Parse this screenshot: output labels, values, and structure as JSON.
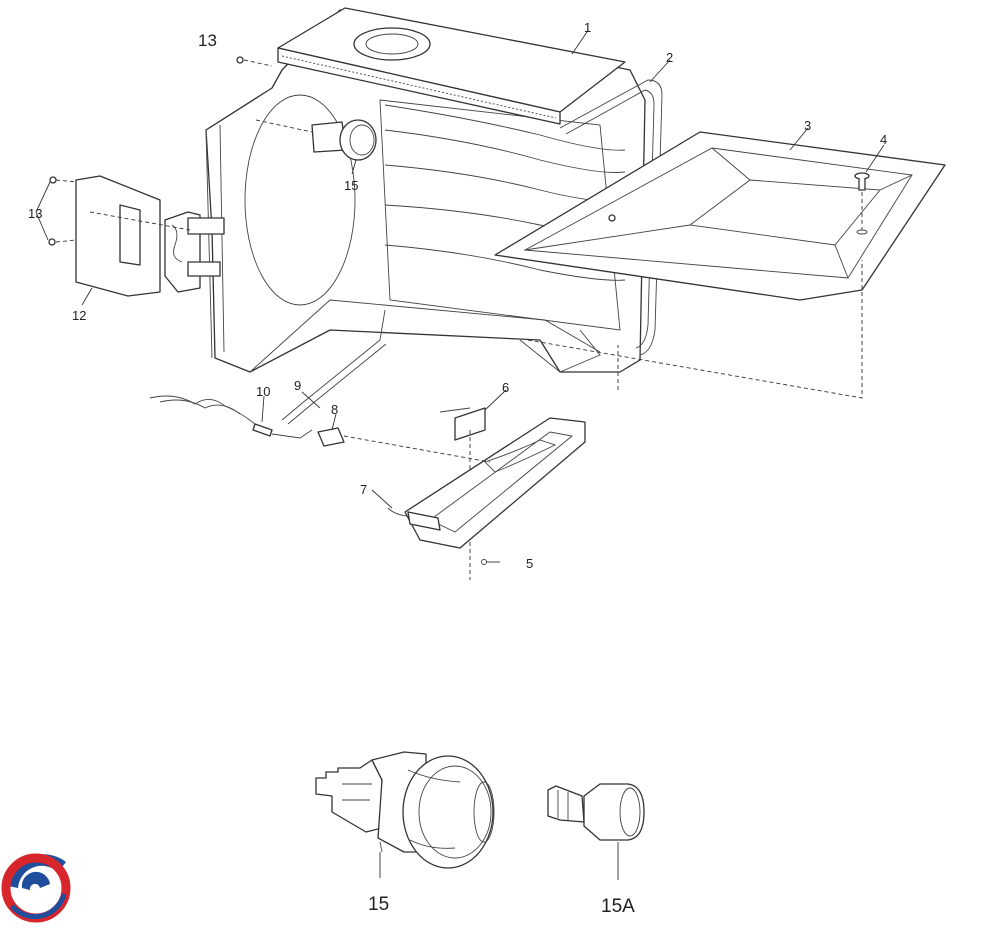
{
  "labels": {
    "p1": "1",
    "p2": "2",
    "p3": "3",
    "p4": "4",
    "p5": "5",
    "p6": "6",
    "p7": "7",
    "p8": "8",
    "p9": "9",
    "p10": "10",
    "p12": "12",
    "p13_top": "13",
    "p13_left": "13",
    "p15": "15",
    "detail_15": "15",
    "detail_15A": "15A"
  },
  "colors": {
    "line": "#333333",
    "logo_red": "#d7262b",
    "logo_blue": "#1f4e9c"
  },
  "icons": {
    "logo": "brand-swirl-logo-icon"
  }
}
